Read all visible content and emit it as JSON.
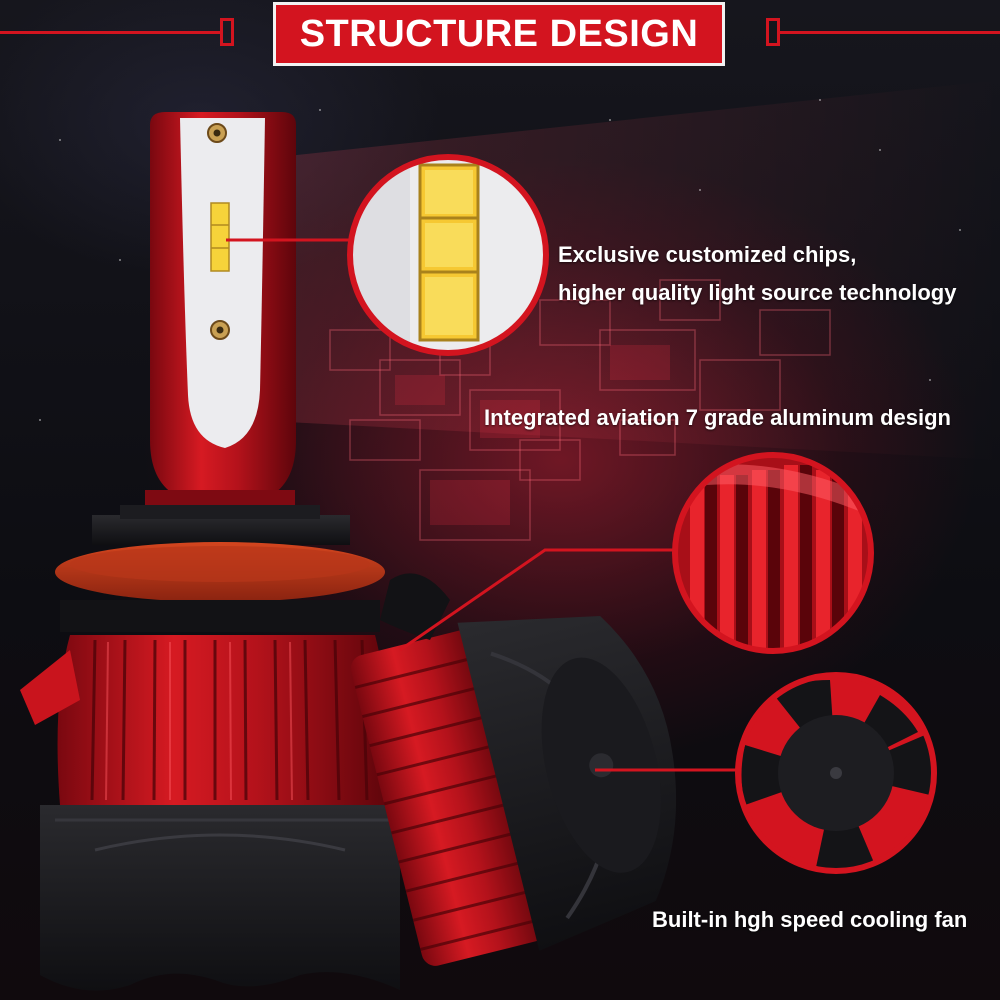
{
  "header": {
    "title": "STRUCTURE DESIGN",
    "accent_color": "#d3141f"
  },
  "features": [
    {
      "lines": [
        "Exclusive customized chips,",
        "higher quality light source technology"
      ],
      "icon": "led-chip-closeup"
    },
    {
      "lines": [
        "Integrated aviation 7 grade aluminum design"
      ],
      "icon": "aluminum-fins-closeup"
    },
    {
      "lines": [
        "Built-in hgh speed cooling fan"
      ],
      "icon": "cooling-fan-closeup"
    }
  ]
}
